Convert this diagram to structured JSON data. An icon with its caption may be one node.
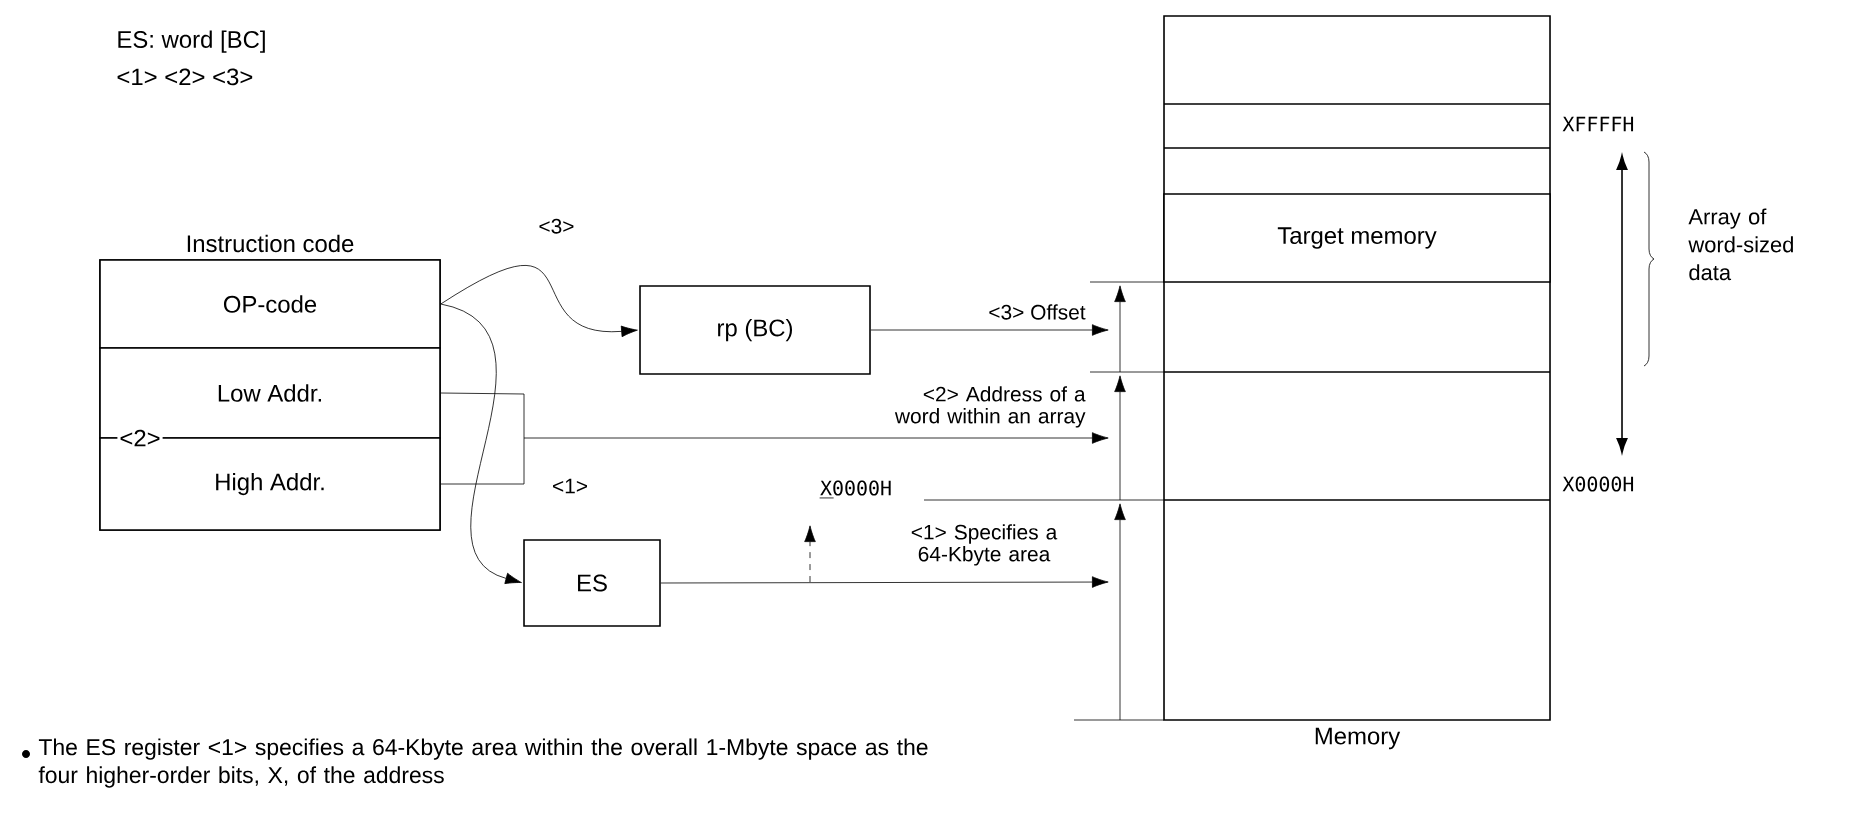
{
  "diagram": {
    "nodes": [
      {
        "text": [
          "Instruction code"
        ]
      },
      {
        "text": [
          "OP-code"
        ],
        "in": 0
      },
      {
        "text": [
          "Low Addr."
        ],
        "in": 0
      },
      {
        "text": [
          "High Addr."
        ],
        "in": 0
      },
      {
        "text": [
          "rp (BC)"
        ]
      },
      {
        "text": [
          "ES"
        ]
      },
      {
        "text": [
          "Memory"
        ]
      },
      {
        "text": [
          "Target memory"
        ],
        "in": 6
      }
    ],
    "edges": [
      {
        "from": 1,
        "to": 4,
        "arrow": "to",
        "label": "<3>"
      },
      {
        "from": 1,
        "to": 5,
        "arrow": "to",
        "label": "<1>"
      },
      {
        "from": 4,
        "to": null,
        "arrow": "to",
        "label": "<3> Offset"
      },
      {
        "from": 2,
        "to": null,
        "arrow": "to",
        "label": "<2> Address of a word within an array"
      },
      {
        "from": 3,
        "to": null,
        "arrow": "to"
      },
      {
        "from": 5,
        "to": null,
        "arrow": "to",
        "label": "<1> Specifies a 64-Kbyte area"
      }
    ],
    "labels": [
      "ES: word [BC]",
      "<1>  <2>  <3>",
      "<2>",
      "XFFFFH",
      "X0000H",
      "X0000H",
      "Array of word-sized data",
      "The ES register <1> specifies a 64-Kbyte area within the overall 1-Mbyte space as the four higher-order bits, X, of the address"
    ]
  }
}
